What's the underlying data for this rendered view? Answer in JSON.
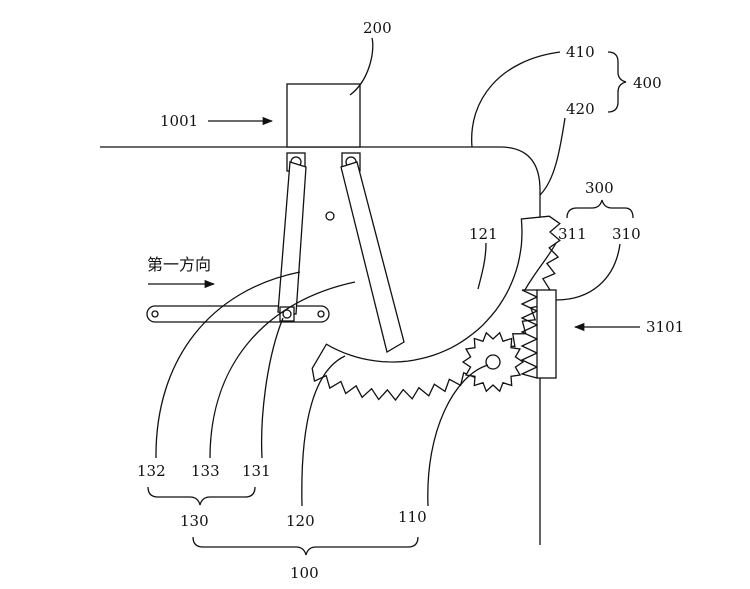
{
  "labels": {
    "l200": "200",
    "l1001": "1001",
    "l410": "410",
    "l420": "420",
    "l400": "400",
    "l300": "300",
    "l311": "311",
    "l310": "310",
    "l3101": "3101",
    "l121": "121",
    "direction": "第一方向",
    "l132": "132",
    "l133": "133",
    "l131": "131",
    "l120": "120",
    "l110": "110",
    "l130": "130",
    "l100": "100"
  },
  "colors": {
    "line": "#111111",
    "background": "#ffffff"
  }
}
